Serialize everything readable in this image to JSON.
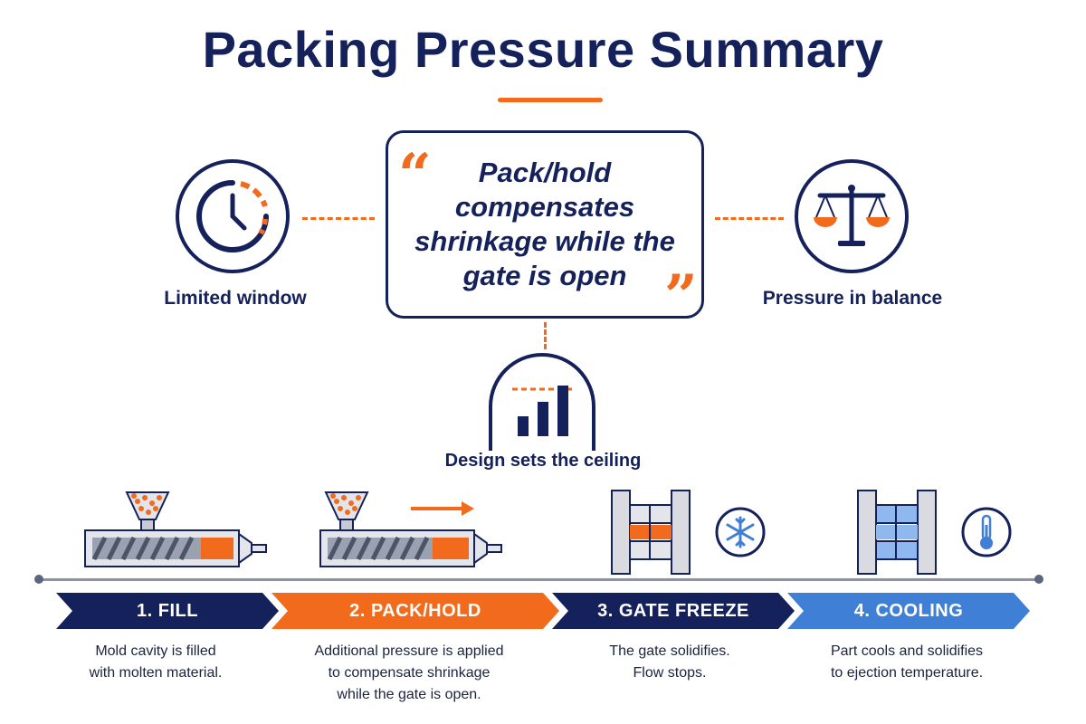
{
  "title": "Packing Pressure Summary",
  "quote": {
    "text": "Pack/hold compensates shrinkage while the gate is open",
    "open_mark": "“",
    "close_mark": "”"
  },
  "concepts": {
    "left": {
      "label": "Limited window",
      "icon": "clock-icon"
    },
    "right": {
      "label": "Pressure in balance",
      "icon": "balance-scale-icon"
    },
    "bottom": {
      "label": "Design sets the ceiling",
      "icon": "bar-chart-ceiling-icon"
    }
  },
  "stages": [
    {
      "label": "1. FILL",
      "desc_lines": [
        "Mold cavity is filled",
        "with molten material."
      ],
      "color": "#14215a"
    },
    {
      "label": "2. PACK/HOLD",
      "desc_lines": [
        "Additional pressure is applied",
        "to compensate shrinkage",
        "while the gate is open."
      ],
      "color": "#f26b1d"
    },
    {
      "label": "3. GATE FREEZE",
      "desc_lines": [
        "The gate solidifies.",
        "Flow stops."
      ],
      "color": "#14215a"
    },
    {
      "label": "4. COOLING",
      "desc_lines": [
        "Part cools and solidifies",
        "to ejection temperature."
      ],
      "color": "#3f7fd6"
    }
  ],
  "colors": {
    "navy": "#14215a",
    "orange": "#f26b1d",
    "blue": "#3f7fd6",
    "light_blue": "#8fb8ef",
    "gray": "#d9dbe0"
  }
}
